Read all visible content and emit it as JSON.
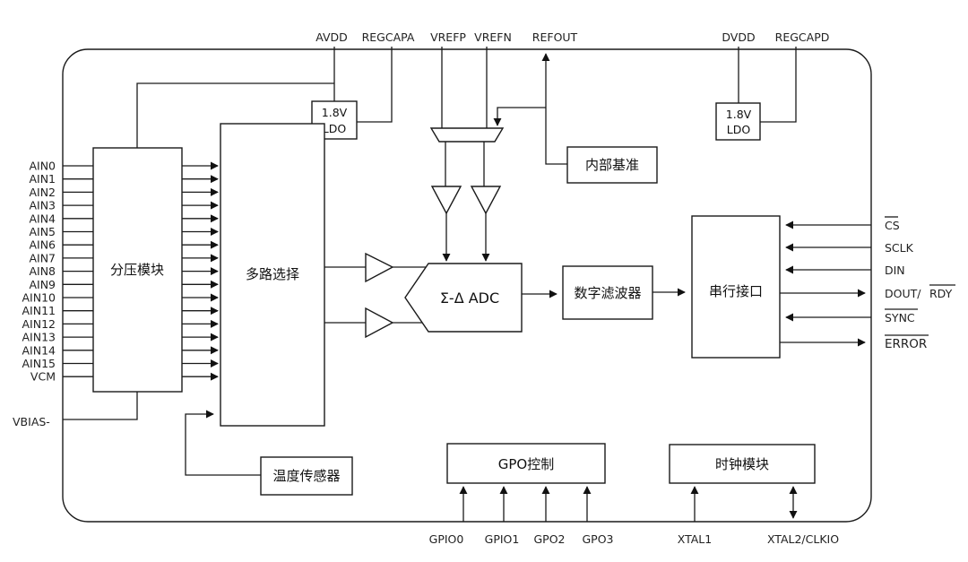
{
  "top_pins": {
    "avdd": "AVDD",
    "regcapa": "REGCAPA",
    "vrefp": "VREFP",
    "vrefn": "VREFN",
    "refout": "REFOUT",
    "dvdd": "DVDD",
    "regcapd": "REGCAPD"
  },
  "ain_pins": [
    "AIN0",
    "AIN1",
    "AIN2",
    "AIN3",
    "AIN4",
    "AIN5",
    "AIN6",
    "AIN7",
    "AIN8",
    "AIN9",
    "AIN10",
    "AIN11",
    "AIN12",
    "AIN13",
    "AIN14",
    "AIN15",
    "VCM"
  ],
  "vbias": "VBIAS-",
  "blocks": {
    "divider": "分压模块",
    "mux": "多路选择",
    "ldo_a_line1": "1.8V",
    "ldo_a_line2": "LDO",
    "ldo_d_line1": "1.8V",
    "ldo_d_line2": "LDO",
    "ref": "内部基准",
    "adc": "Σ-Δ ADC",
    "filter": "数字滤波器",
    "serial": "串行接口",
    "temp": "温度传感器",
    "gpo": "GPO控制",
    "clock": "时钟模块"
  },
  "right_pins": {
    "cs": "CS",
    "sclk": "SCLK",
    "din": "DIN",
    "dout": "DOUT/",
    "rdy": "RDY",
    "sync": "SYNC",
    "error": "ERROR"
  },
  "bottom_pins": {
    "gpio0": "GPIO0",
    "gpio1": "GPIO1",
    "gpo2": "GPO2",
    "gpo3": "GPO3",
    "xtal1": "XTAL1",
    "xtal2": "XTAL2/CLKIO"
  }
}
